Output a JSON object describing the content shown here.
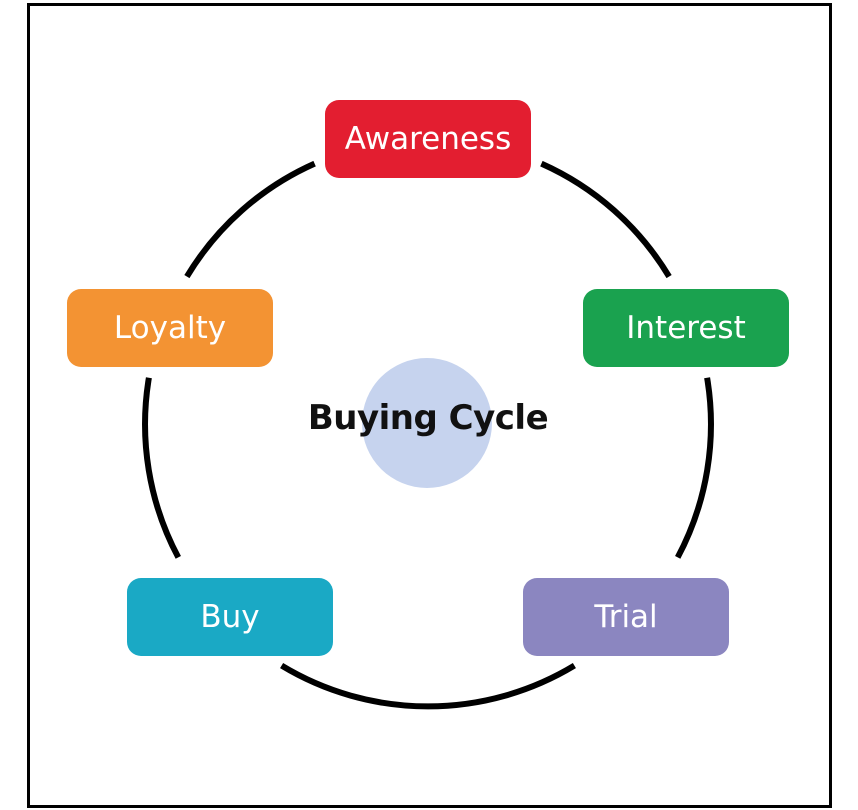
{
  "diagram": {
    "center_title": "Buying Cycle",
    "colors": {
      "center_circle": "#c6d3ee",
      "arc": "#000000"
    },
    "stages": [
      {
        "label": "Awareness",
        "color": "#e31e30"
      },
      {
        "label": "Interest",
        "color": "#1aa24f"
      },
      {
        "label": "Trial",
        "color": "#8b86c0"
      },
      {
        "label": "Buy",
        "color": "#1aa9c5"
      },
      {
        "label": "Loyalty",
        "color": "#f39333"
      }
    ]
  }
}
